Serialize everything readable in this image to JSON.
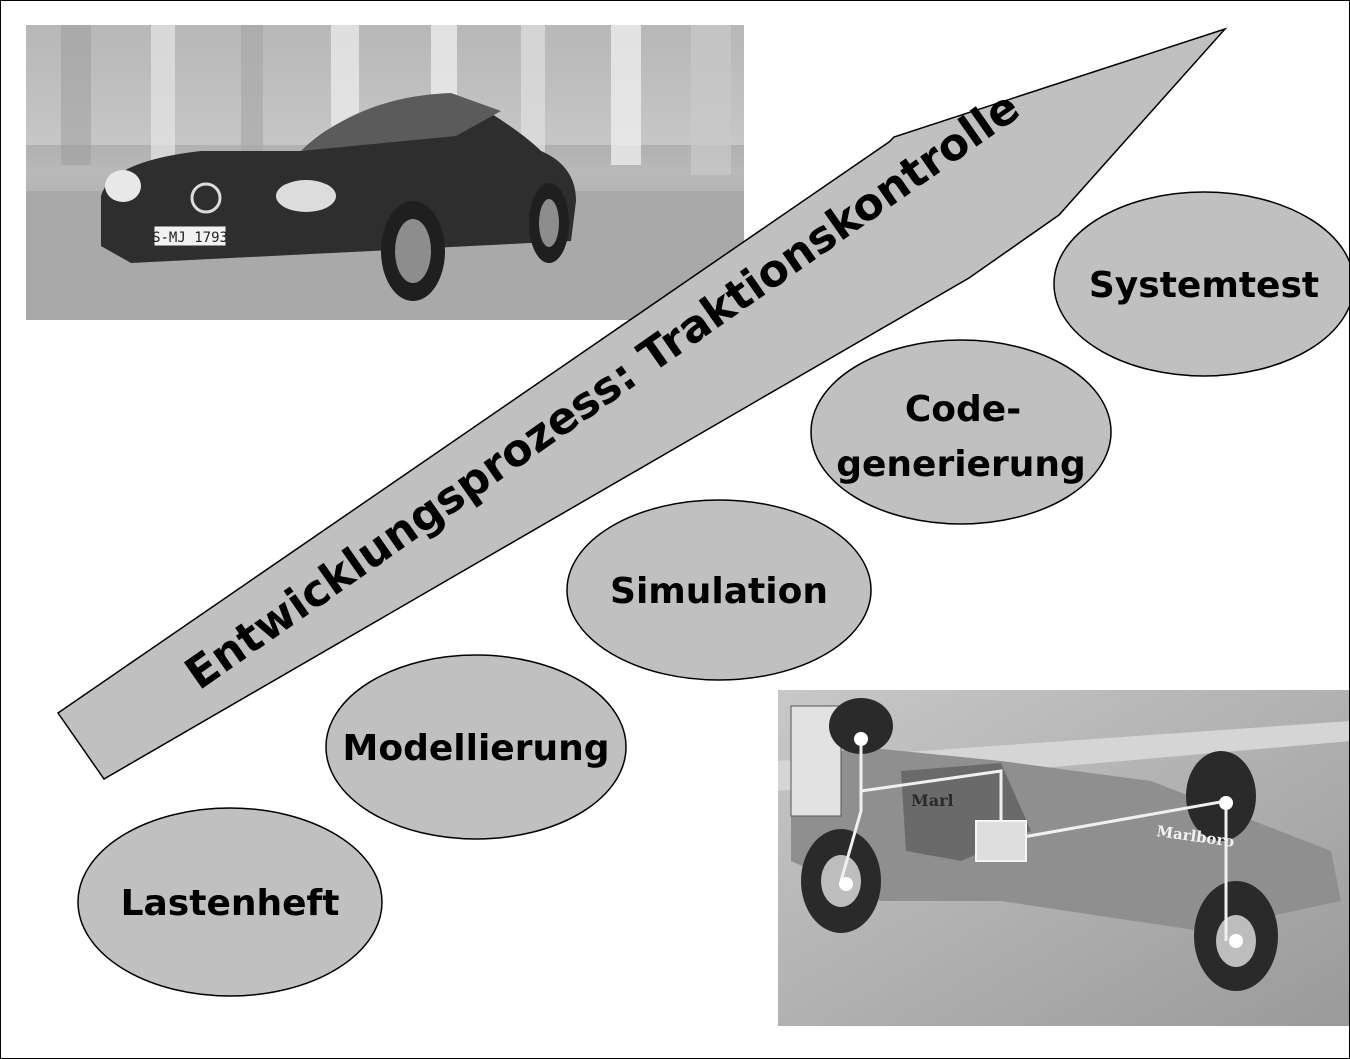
{
  "arrow": {
    "label": "Entwicklungsprozess: Traktionskontrolle"
  },
  "steps": [
    {
      "label": "Lastenheft"
    },
    {
      "label": "Modellierung"
    },
    {
      "label": "Simulation"
    },
    {
      "label_line1": "Code-",
      "label_line2": "generierung"
    },
    {
      "label": "Systemtest"
    }
  ],
  "photo_car": {
    "plate": "S-MJ 1793"
  },
  "photo_f1": {
    "sponsor_top": "Marl",
    "sponsor_side": "Marlboro"
  },
  "colors": {
    "ellipse_fill": "#c0c0c0",
    "arrow_fill": "#c0c0c0",
    "outline": "#000000"
  }
}
